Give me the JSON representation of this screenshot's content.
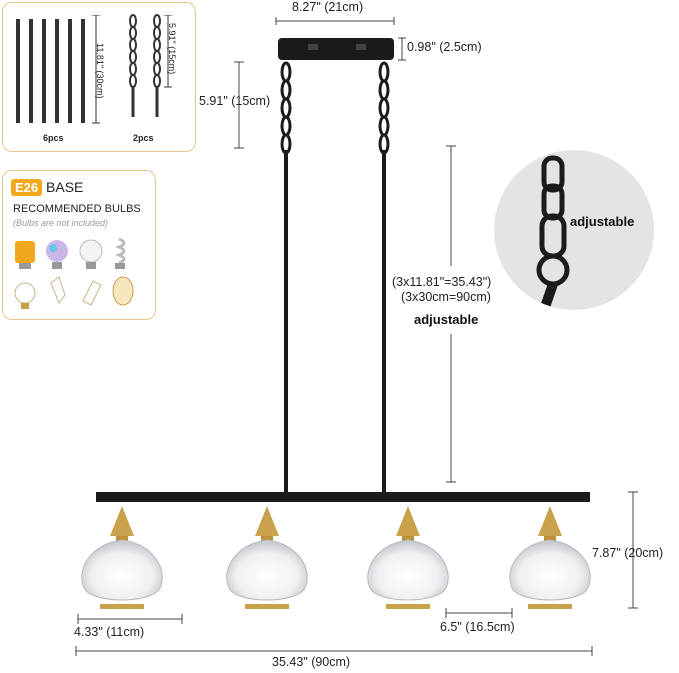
{
  "accessories": {
    "rods_height": "11.81\" (30cm)",
    "rods_count": "6pcs",
    "chains_height": "5.91\" (15cm)",
    "chains_count": "2pcs"
  },
  "bulbs": {
    "socket": "E26",
    "socket_suffix": "BASE",
    "recommended": "RECOMMENDED BULBS",
    "note": "(Bulbs are not included)"
  },
  "dimensions": {
    "canopy_width": "8.27\" (21cm)",
    "canopy_height": "0.98\" (2.5cm)",
    "chain_length": "5.91\" (15cm)",
    "rod_total_in": "(3x11.81\"=35.43\")",
    "rod_total_cm": "(3x30cm=90cm)",
    "adjustable": "adjustable",
    "shade_height": "7.87\" (20cm)",
    "shade_width": "4.33\" (11cm)",
    "spacing": "6.5\" (16.5cm)",
    "total_length": "35.43\" (90cm)"
  },
  "detail": {
    "label": "adjustable"
  }
}
